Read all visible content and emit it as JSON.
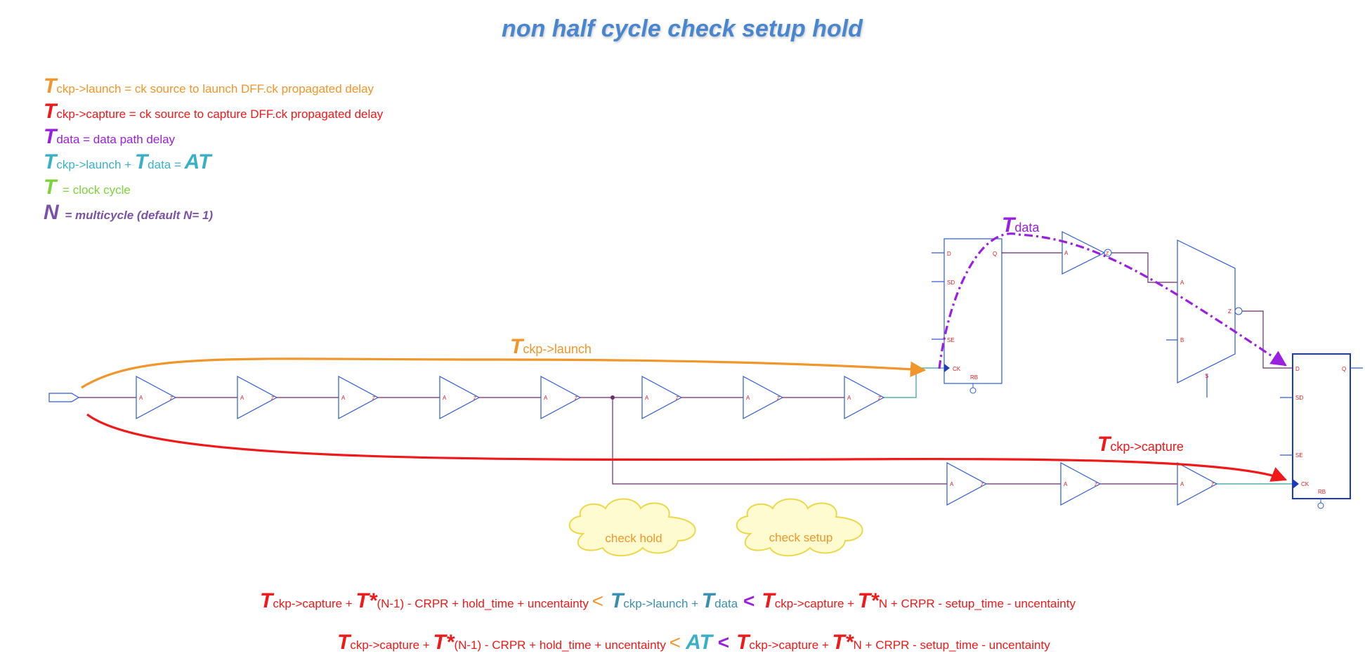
{
  "title": "non half cycle check setup hold",
  "colors": {
    "title": "#4a86d0",
    "launch": "#f0962a",
    "capture": "#f01818",
    "data": "#9a1fe0",
    "at": "#3ab0c8",
    "cycle": "#7ed23a",
    "multicycle": "#7a52a8",
    "cell": "#2d5bd6",
    "wire": "#6b2c6b",
    "clkwire": "#2fa39a",
    "cloud_fill": "#fffbd0",
    "cloud_stroke": "#ecd848",
    "pin": "#e02020"
  },
  "legend": {
    "l1": {
      "T": "T",
      "sub": "ckp->launch",
      "rest": " = ck source to launch DFF.ck propagated delay"
    },
    "l2": {
      "T": "T",
      "sub": "ckp->capture",
      "rest": " = ck source to capture DFF.ck propagated delay"
    },
    "l3": {
      "T": "T",
      "sub": "data",
      "rest": " = data path delay"
    },
    "l4": {
      "T1": "T",
      "sub1": "ckp->launch",
      "plus": " + ",
      "T2": "T",
      "sub2": "data",
      "eq": " = ",
      "AT": "AT"
    },
    "l5": {
      "T": "T",
      "rest": " = clock cycle"
    },
    "l6": {
      "N": "N",
      "rest": " = multicycle (default N= 1)"
    }
  },
  "paths": {
    "launch": {
      "T": "T",
      "sub": "ckp->launch"
    },
    "capture": {
      "T": "T",
      "sub": "ckp->capture"
    },
    "data": {
      "T": "T",
      "sub": "data"
    }
  },
  "clouds": {
    "hold": "check hold",
    "setup": "check setup"
  },
  "pins": {
    "A": "A",
    "Z": "Z",
    "D": "D",
    "SD": "SD",
    "SE": "SE",
    "CK": "CK",
    "RB": "RB",
    "Q": "Q",
    "B": "B",
    "S": "S"
  },
  "equation1": {
    "T1": "T",
    "s1": "ckp->capture",
    "plus1": " + ",
    "T2": "T*",
    "s2": "(N-1)",
    "mid1": " - CRPR + hold_time + uncentainty ",
    "lt1": "<",
    "T3": "T",
    "s3": "ckp->launch",
    "plus2": " + ",
    "T4": "T",
    "s4": "data",
    "lt2": " <",
    "T5": "T",
    "s5": "ckp->capture",
    "plus3": " + ",
    "T6": "T*",
    "s6": "N",
    "mid2": " + CRPR - setup_time - uncentainty"
  },
  "equation2": {
    "T1": "T",
    "s1": "ckp->capture",
    "plus1": " + ",
    "T2": "T*",
    "s2": "(N-1)",
    "mid1": " - CRPR + hold_time + uncentainty ",
    "lt1": "<",
    "AT": " AT",
    "lt2": " <",
    "T5": "T",
    "s5": "ckp->capture",
    "plus3": " + ",
    "T6": "T*",
    "s6": "N",
    "mid2": " + CRPR - setup_time - uncentainty"
  }
}
